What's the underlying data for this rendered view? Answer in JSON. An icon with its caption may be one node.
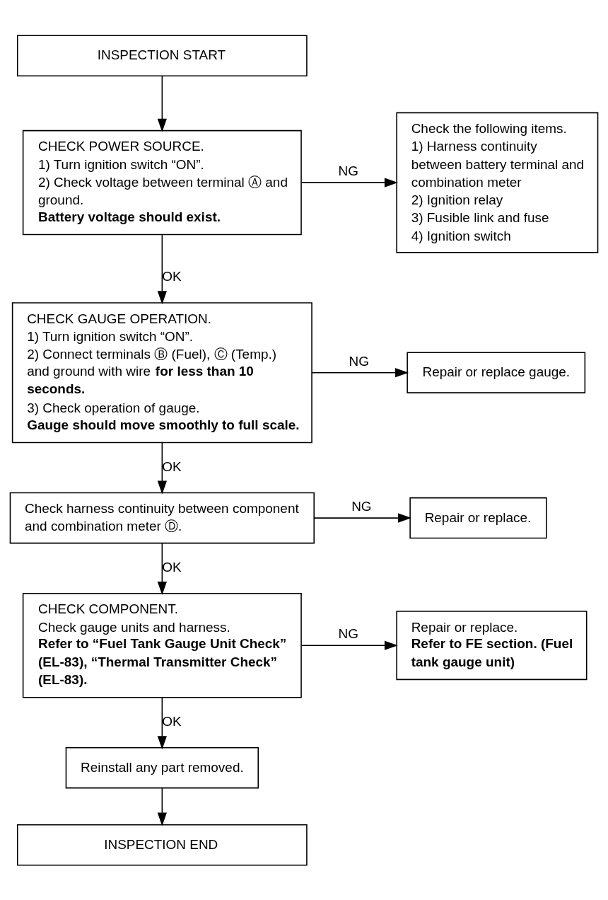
{
  "diagram": {
    "nodes": [
      {
        "text": [
          "INSPECTION START"
        ]
      },
      {
        "text": [
          "CHECK POWER SOURCE.",
          "1) Turn ignition switch “ON”.",
          "2) Check voltage between terminal Ⓐ and ground.",
          "Battery voltage should exist."
        ]
      },
      {
        "text": [
          "Check the following items.",
          "1) Harness continuity between battery terminal and combination meter",
          "2) Ignition relay",
          "3) Fusible link and fuse",
          "4) Ignition switch"
        ]
      },
      {
        "text": [
          "CHECK GAUGE OPERATION.",
          "1) Turn ignition switch “ON”.",
          "2) Connect terminals Ⓑ (Fuel), Ⓒ (Temp.) and ground with wire **for less than 10 seconds.**",
          "3) Check operation of gauge.",
          "Gauge should move smoothly to full scale."
        ]
      },
      {
        "text": [
          "Repair or replace gauge."
        ]
      },
      {
        "text": [
          "Check harness continuity between component and combination meter Ⓓ."
        ]
      },
      {
        "text": [
          "Repair or replace."
        ]
      },
      {
        "text": [
          "CHECK COMPONENT.",
          "Check gauge units and harness.",
          "Refer to “Fuel Tank Gauge Unit Check” (EL-83), “Thermal Transmitter Check” (EL-83)."
        ]
      },
      {
        "text": [
          "Repair or replace.",
          "Refer to FE section. (Fuel tank gauge unit)"
        ]
      },
      {
        "text": [
          "Reinstall any part removed."
        ]
      },
      {
        "text": [
          "INSPECTION END"
        ]
      }
    ],
    "edges": [
      {
        "from": 0,
        "to": 1,
        "arrow": "to"
      },
      {
        "from": 1,
        "to": 2,
        "arrow": "to",
        "label": "NG"
      },
      {
        "from": 1,
        "to": 3,
        "arrow": "to",
        "label": "OK"
      },
      {
        "from": 3,
        "to": 4,
        "arrow": "to",
        "label": "NG"
      },
      {
        "from": 3,
        "to": 5,
        "arrow": "to",
        "label": "OK"
      },
      {
        "from": 5,
        "to": 6,
        "arrow": "to",
        "label": "NG"
      },
      {
        "from": 5,
        "to": 7,
        "arrow": "to",
        "label": "OK"
      },
      {
        "from": 7,
        "to": 8,
        "arrow": "to",
        "label": "NG"
      },
      {
        "from": 7,
        "to": 9,
        "arrow": "to",
        "label": "OK"
      },
      {
        "from": 9,
        "to": 10,
        "arrow": "to"
      }
    ]
  }
}
